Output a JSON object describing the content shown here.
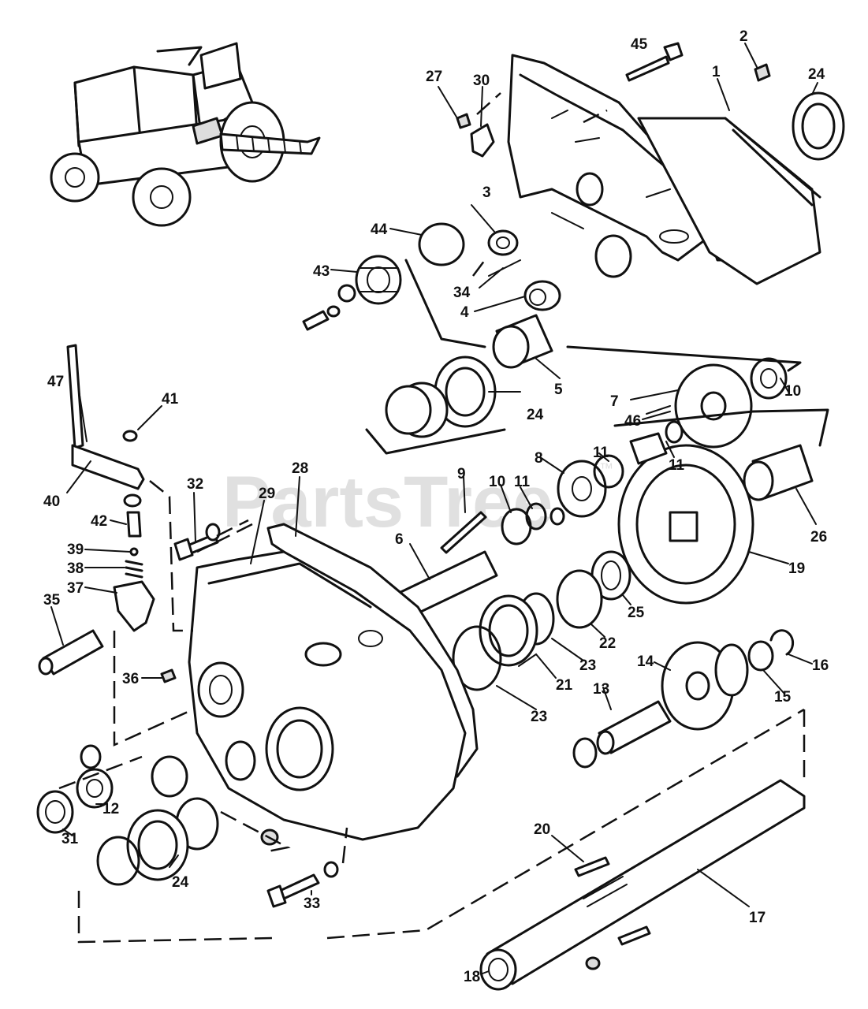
{
  "watermark": {
    "text": "PartsTree",
    "trademark": "™"
  },
  "callouts": [
    {
      "id": "1",
      "text": "1"
    },
    {
      "id": "2",
      "text": "2"
    },
    {
      "id": "3",
      "text": "3"
    },
    {
      "id": "4",
      "text": "4"
    },
    {
      "id": "5",
      "text": "5"
    },
    {
      "id": "6",
      "text": "6"
    },
    {
      "id": "7",
      "text": "7"
    },
    {
      "id": "8",
      "text": "8"
    },
    {
      "id": "9",
      "text": "9"
    },
    {
      "id": "10a",
      "text": "10"
    },
    {
      "id": "10b",
      "text": "10"
    },
    {
      "id": "11a",
      "text": "11"
    },
    {
      "id": "11b",
      "text": "11"
    },
    {
      "id": "11c",
      "text": "11"
    },
    {
      "id": "12",
      "text": "12"
    },
    {
      "id": "13",
      "text": "13"
    },
    {
      "id": "14",
      "text": "14"
    },
    {
      "id": "15",
      "text": "15"
    },
    {
      "id": "16",
      "text": "16"
    },
    {
      "id": "17",
      "text": "17"
    },
    {
      "id": "18",
      "text": "18"
    },
    {
      "id": "19",
      "text": "19"
    },
    {
      "id": "20",
      "text": "20"
    },
    {
      "id": "21",
      "text": "21"
    },
    {
      "id": "22",
      "text": "22"
    },
    {
      "id": "23a",
      "text": "23"
    },
    {
      "id": "23b",
      "text": "23"
    },
    {
      "id": "24a",
      "text": "24"
    },
    {
      "id": "24b",
      "text": "24"
    },
    {
      "id": "24c",
      "text": "24"
    },
    {
      "id": "25",
      "text": "25"
    },
    {
      "id": "26",
      "text": "26"
    },
    {
      "id": "27",
      "text": "27"
    },
    {
      "id": "28",
      "text": "28"
    },
    {
      "id": "29",
      "text": "29"
    },
    {
      "id": "30",
      "text": "30"
    },
    {
      "id": "31",
      "text": "31"
    },
    {
      "id": "32",
      "text": "32"
    },
    {
      "id": "33",
      "text": "33"
    },
    {
      "id": "34",
      "text": "34"
    },
    {
      "id": "35",
      "text": "35"
    },
    {
      "id": "36",
      "text": "36"
    },
    {
      "id": "37",
      "text": "37"
    },
    {
      "id": "38",
      "text": "38"
    },
    {
      "id": "39",
      "text": "39"
    },
    {
      "id": "40",
      "text": "40"
    },
    {
      "id": "41",
      "text": "41"
    },
    {
      "id": "42",
      "text": "42"
    },
    {
      "id": "43",
      "text": "43"
    },
    {
      "id": "44",
      "text": "44"
    },
    {
      "id": "45",
      "text": "45"
    },
    {
      "id": "46",
      "text": "46"
    },
    {
      "id": "47",
      "text": "47"
    }
  ]
}
